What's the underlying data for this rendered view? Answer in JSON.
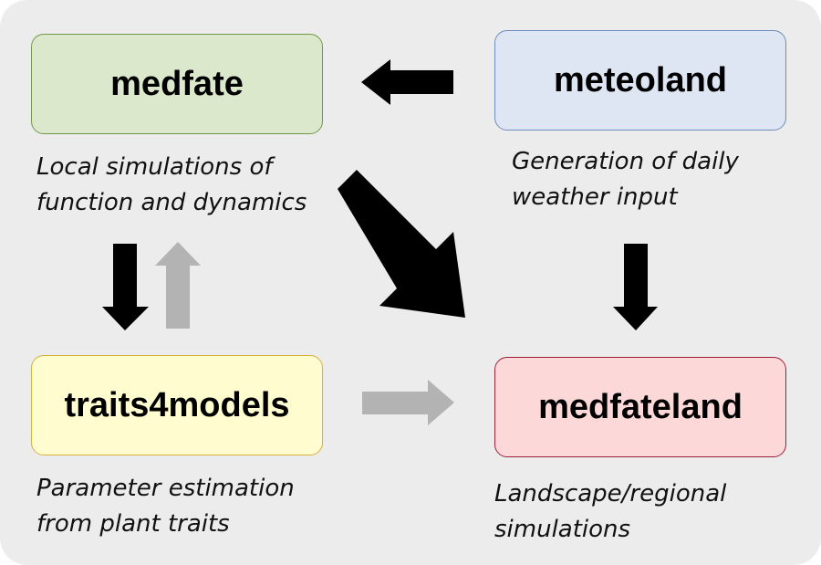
{
  "nodes": {
    "medfate": {
      "label": "medfate",
      "description": [
        "Local simulations of",
        "function and dynamics"
      ],
      "fill": "#dbe8cc"
    },
    "meteoland": {
      "label": "meteoland",
      "description": [
        "Generation of daily",
        "weather input"
      ],
      "fill": "#dde6f2"
    },
    "traits4models": {
      "label": "traits4models",
      "description": [
        "Parameter estimation",
        "from plant traits"
      ],
      "fill": "#fffdd0"
    },
    "medfateland": {
      "label": "medfateland",
      "description": [
        "Landscape/regional",
        "simulations"
      ],
      "fill": "#fdd8d8"
    }
  },
  "edges": [
    {
      "from": "meteoland",
      "to": "medfate",
      "color": "#000000"
    },
    {
      "from": "medfate",
      "to": "medfateland",
      "color": "#000000"
    },
    {
      "from": "meteoland",
      "to": "medfateland",
      "color": "#000000"
    },
    {
      "from": "medfate",
      "to": "traits4models",
      "color": "#000000"
    },
    {
      "from": "traits4models",
      "to": "medfate",
      "color": "#b3b3b3"
    },
    {
      "from": "traits4models",
      "to": "medfateland",
      "color": "#b3b3b3"
    }
  ]
}
